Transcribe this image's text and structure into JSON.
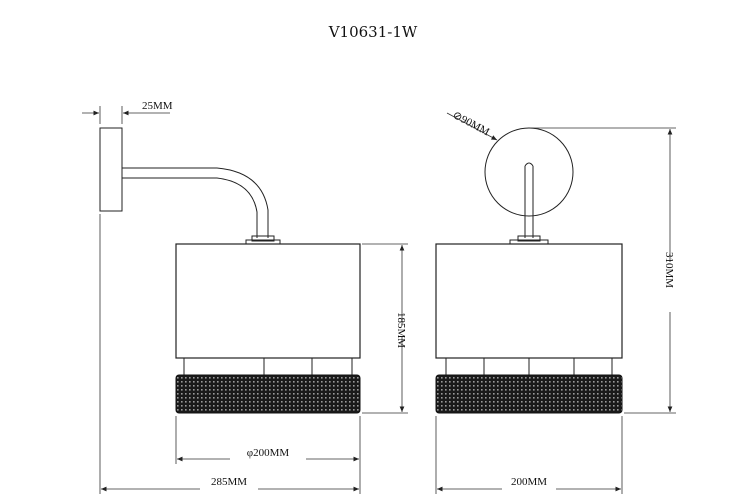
{
  "title": "V10631-1W",
  "dimensions": {
    "backplate_depth": "25MM",
    "backplate_diameter": "⊘90MM",
    "shade_height": "185MM",
    "total_height": "310MM",
    "shade_diameter": "φ200MM",
    "projection": "285MM",
    "front_width": "200MM"
  },
  "colors": {
    "line": "#222222",
    "mesh": "#1a1a1a"
  }
}
